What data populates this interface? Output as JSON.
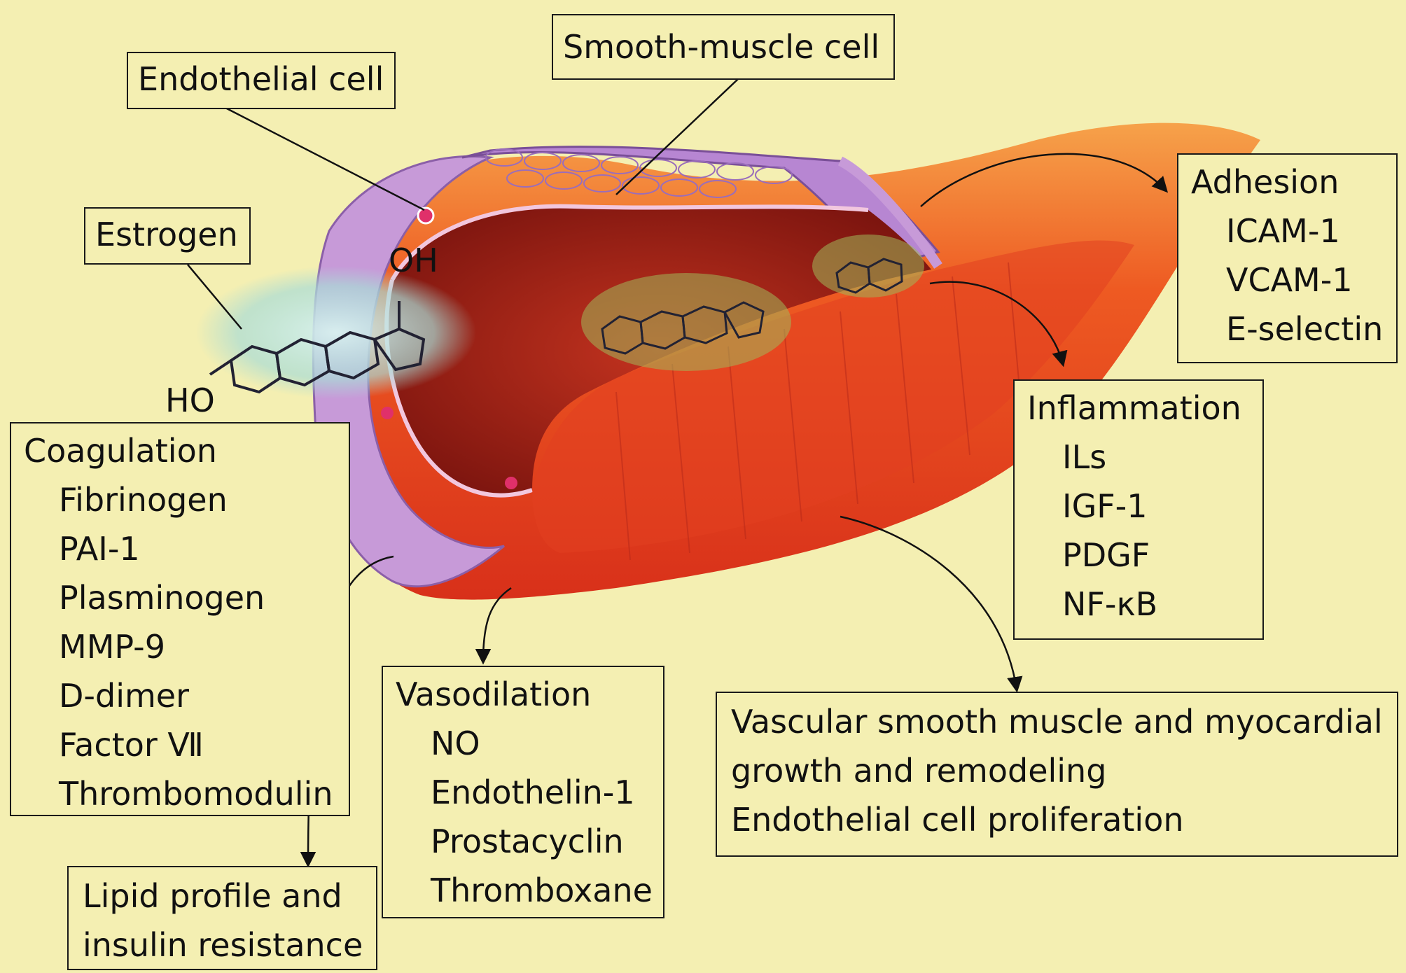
{
  "labels": {
    "endothelial_cell": "Endothelial cell",
    "smooth_muscle_cell": "Smooth-muscle cell",
    "estrogen": "Estrogen",
    "oh": "OH",
    "ho": "HO"
  },
  "adhesion": {
    "heading": "Adhesion",
    "items": [
      "ICAM-1",
      "VCAM-1",
      "E-selectin"
    ]
  },
  "inflammation": {
    "heading": "Inflammation",
    "items": [
      "ILs",
      "IGF-1",
      "PDGF",
      "NF-κB"
    ]
  },
  "coagulation": {
    "heading": "Coagulation",
    "items": [
      "Fibrinogen",
      "PAI-1",
      "Plasminogen",
      "MMP-9",
      "D-dimer",
      "Factor Ⅶ",
      "Thrombomodulin"
    ]
  },
  "vasodilation": {
    "heading": "Vasodilation",
    "items": [
      "NO",
      "Endothelin-1",
      "Prostacyclin",
      "Thromboxane"
    ]
  },
  "lipid": {
    "lines": [
      "Lipid profile and",
      "insulin resistance"
    ]
  },
  "growth": {
    "lines": [
      "Vascular smooth muscle and myocardial",
      "growth and remodeling",
      "Endothelial cell proliferation"
    ]
  },
  "colors": {
    "background": "#f4efb2",
    "vessel_outer": "#e8401c",
    "vessel_lumen": "#9c1e14",
    "vessel_wall": "#c79ad8",
    "box_border": "#1a1a1a"
  }
}
